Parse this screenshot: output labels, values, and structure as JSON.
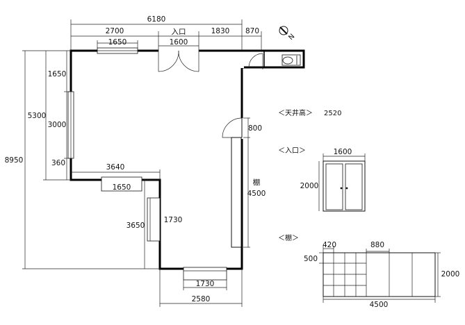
{
  "plan": {
    "dims": {
      "total_width": "6180",
      "seg_2700": "2700",
      "entrance_label": "入口",
      "seg_1830": "1830",
      "seg_870": "870",
      "window_top": "1650",
      "door_top": "1600",
      "left_1650": "1650",
      "left_5300": "5300",
      "left_3000": "3000",
      "left_8950": "8950",
      "left_360": "360",
      "mid_3640": "3640",
      "mid_window": "1650",
      "left_3650": "3650",
      "left_window": "1730",
      "shelf_label": "棚",
      "shelf_len": "4500",
      "door_right": "800",
      "bottom_window": "1730",
      "bottom_2580": "2580"
    },
    "legend": {
      "ceiling_title": "＜天井高＞",
      "ceiling_value": "2520",
      "entrance_title": "＜入口＞",
      "entrance_width": "1600",
      "entrance_height": "2000",
      "shelf_title": "＜棚＞",
      "shelf_420": "420",
      "shelf_880": "880",
      "shelf_500": "500",
      "shelf_2000": "2000",
      "shelf_4500": "4500"
    },
    "compass_letter": "N"
  }
}
